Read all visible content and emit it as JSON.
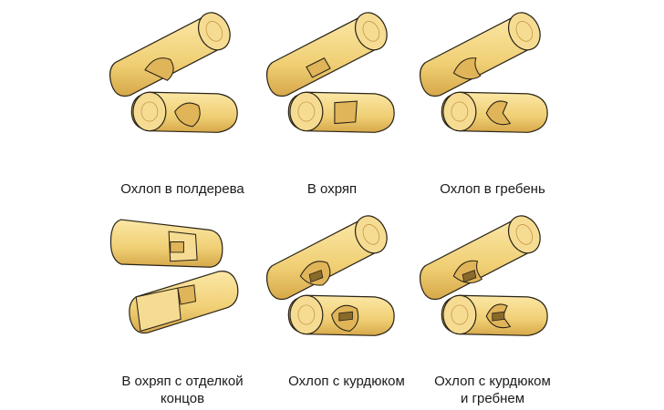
{
  "captions": {
    "half_log_notch": "Охлоп в полдерева",
    "in_okhryap": "В охряп",
    "notch_with_ridge": "Охлоп в гребень",
    "okhryap_with_end_finish_line1": "В охряп с отделкой",
    "okhryap_with_end_finish_line2": "концов",
    "notch_with_kurdyuk": "Охлоп с курдюком",
    "notch_with_kurdyuk_ridge_line1": "Охлоп с курдюком",
    "notch_with_kurdyuk_ridge_line2": "и гребнем"
  },
  "colors": {
    "wood_light": "#fbe7a6",
    "wood_mid": "#f0cf74",
    "wood_dark": "#d6a84a",
    "end_grain": "#f6dc93",
    "outline": "#2a2418"
  }
}
